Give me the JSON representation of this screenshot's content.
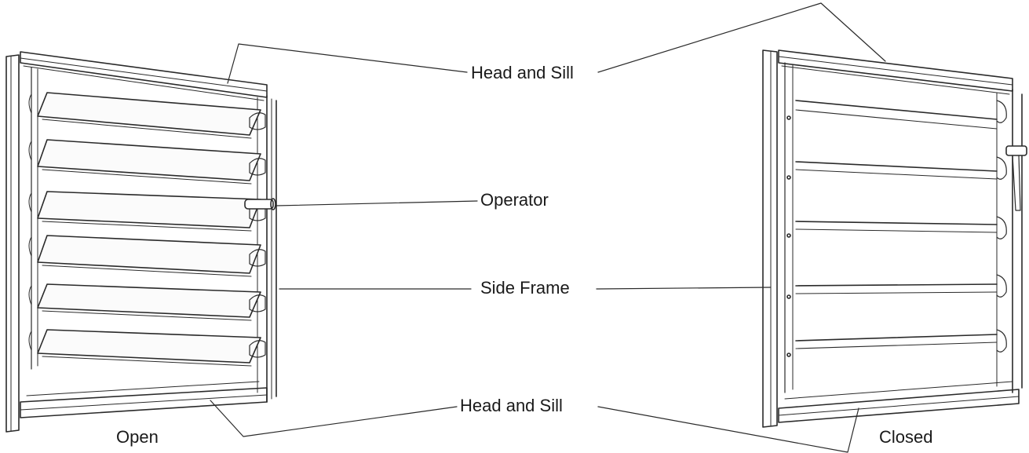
{
  "labels": {
    "head_sill_top": "Head and Sill",
    "operator": "Operator",
    "side_frame": "Side Frame",
    "head_sill_bottom": "Head and Sill"
  },
  "captions": {
    "open": "Open",
    "closed": "Closed"
  },
  "colors": {
    "line": "#2a2a2a",
    "paper": "#ffffff"
  }
}
